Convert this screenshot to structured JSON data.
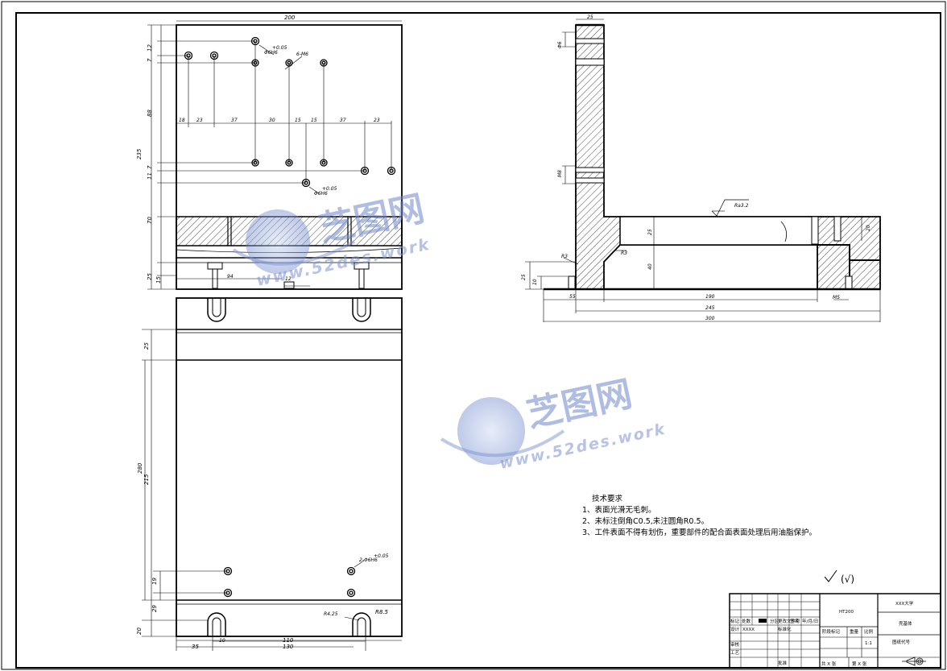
{
  "drawing": {
    "dimensions": {
      "width_200": "200",
      "height_235": "235",
      "h_7": "7",
      "h_12": "12",
      "h_88": "88",
      "h_11": "11",
      "h_7b": "7",
      "h_70": "70",
      "h_25": "25",
      "h_15": "15",
      "row_18": "18",
      "row_23": "23",
      "row_37": "37",
      "row_30": "30",
      "row_15a": "15",
      "row_15b": "15",
      "row_37b": "37",
      "row_23b": "23",
      "hole_6_h6_top": "Φ6H6",
      "hole_6_h6_top_tol": "+0.05",
      "hole_6_m6": "6-M6",
      "hole_6_h6_mid": "Φ6H6",
      "hole_6_h6_mid_tol": "+0.05",
      "d_94": "94",
      "d_12": "12",
      "d_25_left": "25",
      "d_280": "280",
      "d_215": "215",
      "d_19": "19",
      "d_29": "29",
      "d_20": "20",
      "hole_2_m6": "2-Φ6H6",
      "hole_2_m6_tol": "+0.05",
      "r_4_25": "R4.25",
      "r_8_5": "R8.5",
      "d_35": "35",
      "d_10": "10",
      "d_110": "110",
      "d_130": "130",
      "s_25": "25",
      "s_6": "Φ6",
      "s_m8": "M8",
      "s_ra": "Ra3.2",
      "s_r3a": "R3",
      "s_r3b": "R3",
      "s_25b": "25",
      "s_40": "40",
      "s_20": "20",
      "s_25c": "25",
      "s_10": "10",
      "s_55": "55",
      "s_190": "190",
      "s_245": "245",
      "s_300": "300",
      "s_m5": "M5"
    }
  },
  "notes": {
    "title": "技术要求",
    "line1": "1、表面光滑无毛刺。",
    "line2": "2、未标注倒角C0.5,未注圆角R0.5。",
    "line3": "3、工件表面不得有划伤，重要部件的配合面表面处理后用油脂保护。",
    "roughness": "(√)"
  },
  "title_block": {
    "material": "HT200",
    "school": "XXX大学",
    "part_name": "壳基体",
    "drawing_no": "图纸代号",
    "design": "设计",
    "designer": "XXXX",
    "standard": "标准化",
    "review": "审核",
    "process": "工艺",
    "approve": "批准",
    "mark": "标记",
    "count": "处数",
    "zone": "分区",
    "change_doc": "更改文件号",
    "sign": "签名",
    "date": "年/月/日",
    "stage": "阶段标记",
    "weight": "重量",
    "scale_label": "比例",
    "scale": "1:1",
    "sheets_total": "共 X 张",
    "sheet_no": "第 X 张"
  },
  "watermark": {
    "cn_1": "芝图网",
    "en_1": "www.52des.work",
    "cn_2": "芝图网",
    "en_2": "www.52des.work"
  }
}
